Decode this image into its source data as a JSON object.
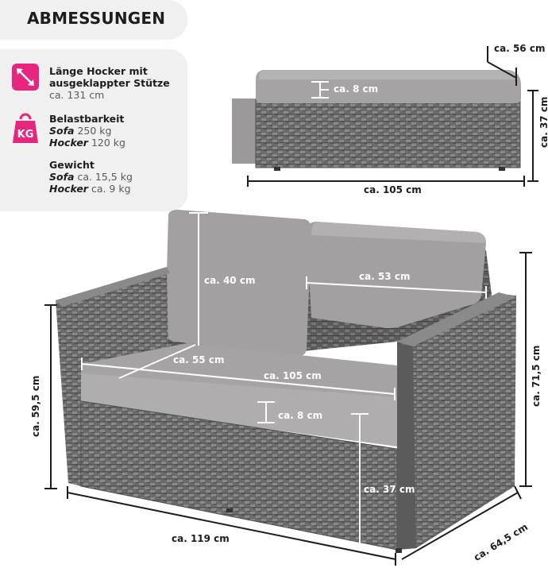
{
  "heading": "ABMESSUNGEN",
  "specs": {
    "length": {
      "icon": "diagonal-arrow-icon",
      "line1": "Länge Hocker mit",
      "line2": "ausgeklappter Stütze",
      "value": "ca. 131 cm"
    },
    "load": {
      "icon": "kg-weight-icon",
      "icon_text": "KG",
      "title": "Belastbarkeit",
      "sofa_label": "Sofa",
      "sofa_value": "250 kg",
      "hocker_label": "Hocker",
      "hocker_value": "120 kg"
    },
    "weight": {
      "title": "Gewicht",
      "sofa_label": "Sofa",
      "sofa_value": "ca. 15,5 kg",
      "hocker_label": "Hocker",
      "hocker_value": "ca. 9 kg"
    }
  },
  "stool": {
    "depth": "ca. 56 cm",
    "cushion": "ca. 8 cm",
    "height": "ca. 37 cm",
    "width": "ca. 105 cm"
  },
  "sofa": {
    "back_cushion_h": "ca. 40 cm",
    "back_cushion_w": "ca. 53 cm",
    "seat_depth": "ca. 55 cm",
    "seat_width": "ca. 105 cm",
    "seat_cushion": "ca. 8 cm",
    "seat_height": "ca. 37 cm",
    "arm_height": "ca. 59,5 cm",
    "total_height": "ca. 71,5 cm",
    "width": "ca. 119 cm",
    "depth": "ca. 64,5 cm"
  },
  "colors": {
    "accent": "#e6257f",
    "rattan": "#6b6b6b",
    "cushion": "#a3a0a1",
    "cushion_light": "#b3b0b1"
  }
}
